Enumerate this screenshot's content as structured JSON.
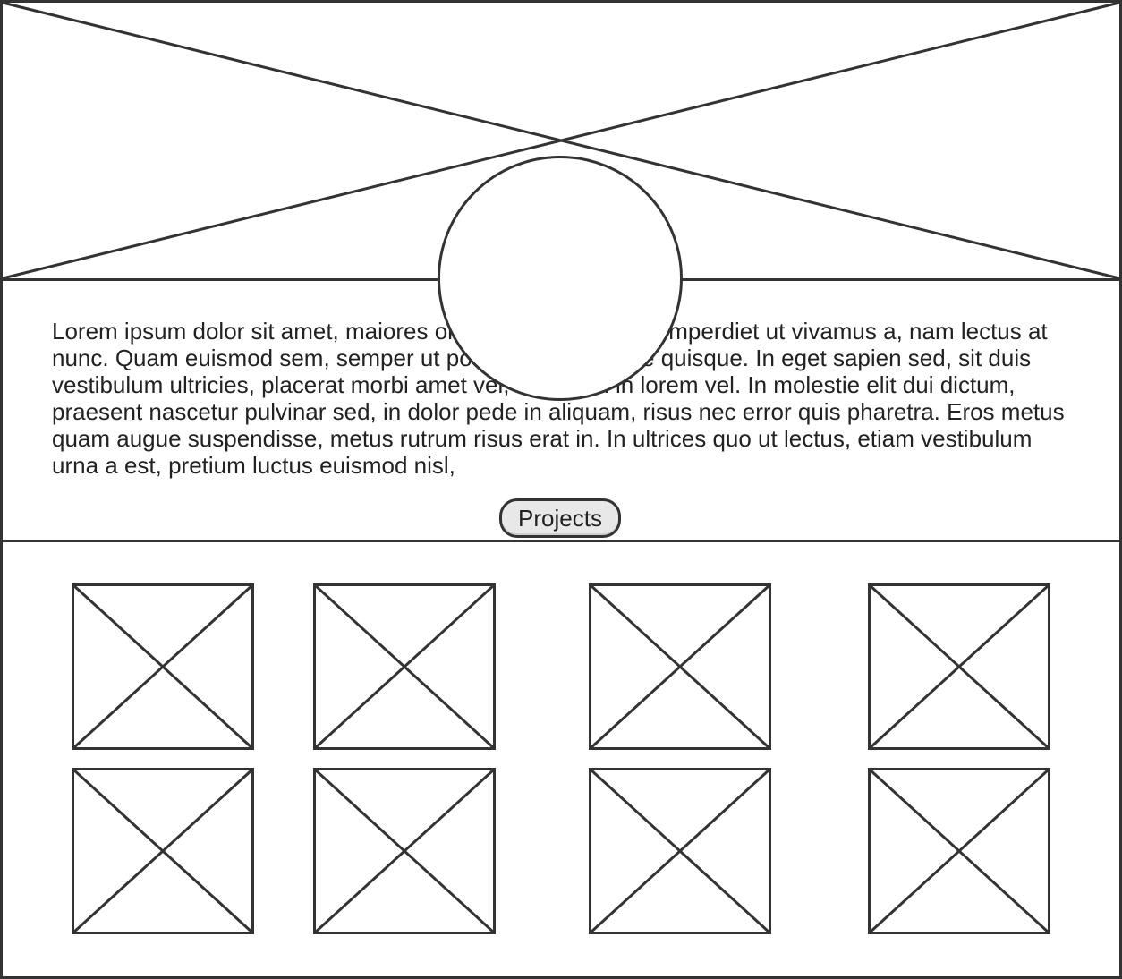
{
  "hero": {
    "image_icon": "image-placeholder-icon"
  },
  "profile": {
    "avatar_icon": "avatar-placeholder-icon"
  },
  "bio": {
    "text": "Lorem ipsum dolor sit amet, maiores ornare ac fermentum, imperdiet ut vivamus a, nam lectus at nunc. Quam euismod sem, semper ut potenti pellentesque quisque. In eget sapien sed, sit duis vestibulum ultricies, placerat morbi amet vel, nullam in in lorem vel. In molestie elit dui dictum, praesent nascetur pulvinar sed, in dolor pede in aliquam, risus nec error quis pharetra. Eros metus quam augue suspendisse, metus rutrum risus erat in. In ultrices quo ut lectus, etiam vestibulum urna a est, pretium luctus euismod nisl,"
  },
  "actions": {
    "projects_label": "Projects"
  },
  "gallery": {
    "thumbnail_icon": "image-placeholder-icon",
    "thumbnail_count": 8
  },
  "colors": {
    "stroke": "#333333",
    "button_fill": "#e8e8e8",
    "background": "#ffffff"
  }
}
